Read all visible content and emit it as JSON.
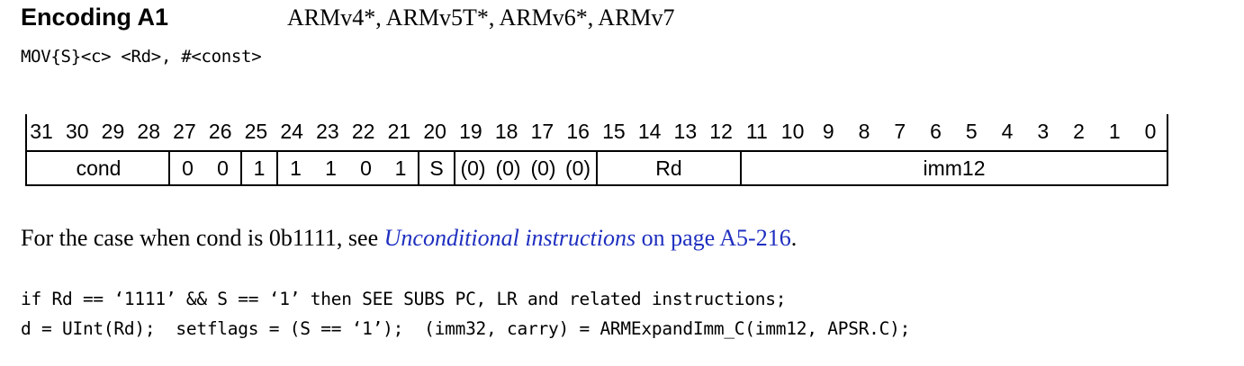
{
  "header": {
    "encoding_title": "Encoding A1",
    "architectures": "ARMv4*, ARMv5T*, ARMv6*, ARMv7"
  },
  "syntax": "MOV{S}<c> <Rd>, #<const>",
  "encoding": {
    "bit_numbers": [
      "31",
      "30",
      "29",
      "28",
      "27",
      "26",
      "25",
      "24",
      "23",
      "22",
      "21",
      "20",
      "19",
      "18",
      "17",
      "16",
      "15",
      "14",
      "13",
      "12",
      "11",
      "10",
      "9",
      "8",
      "7",
      "6",
      "5",
      "4",
      "3",
      "2",
      "1",
      "0"
    ],
    "fields": {
      "cond": "cond",
      "b27": "0",
      "b26": "0",
      "b25": "1",
      "b24": "1",
      "b23": "1",
      "b22": "0",
      "b21": "1",
      "s": "S",
      "b19": "(0)",
      "b18": "(0)",
      "b17": "(0)",
      "b16": "(0)",
      "rd": "Rd",
      "imm12": "imm12"
    }
  },
  "note": {
    "prefix": "For the case when cond is 0b1111, see ",
    "link_text": "Unconditional instructions",
    "link_page": "on page A5-216",
    "suffix": "."
  },
  "code": {
    "line1": "if Rd == ‘1111’ && S == ‘1’ then SEE SUBS PC, LR and related instructions;",
    "line2": "d = UInt(Rd);  setflags = (S == ‘1’);  (imm32, carry) = ARMExpandImm_C(imm12, APSR.C);"
  }
}
